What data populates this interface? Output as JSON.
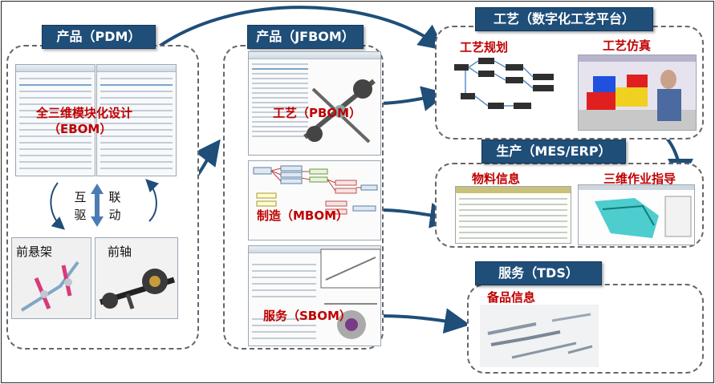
{
  "pdm": {
    "title": "产品（PDM）",
    "ebom_label_line1": "全三维模块化设计",
    "ebom_label_line2": "（EBOM）",
    "link_left_chars": [
      "互",
      "驱"
    ],
    "link_right_chars": [
      "联",
      "动"
    ],
    "part_front_suspension": "前悬架",
    "part_front_axle": "前轴"
  },
  "jfbom": {
    "title": "产品（JFBOM）",
    "pbom_label": "工艺（PBOM）",
    "mbom_label": "制造（MBOM）",
    "sbom_label": "服务（SBOM）"
  },
  "process": {
    "title": "工艺（数字化工艺平台）",
    "planning_label": "工艺规划",
    "simulation_label": "工艺仿真"
  },
  "production": {
    "title": "生产（MES/ERP）",
    "material_label": "物料信息",
    "work_instruction_label": "三维作业指导"
  },
  "service": {
    "title": "服务（TDS）",
    "spare_parts_label": "备品信息"
  },
  "colors": {
    "title_bg": "#1f4e79",
    "red_label": "#c00000",
    "arrow": "#1f4e79",
    "dash_border": "#666666"
  }
}
